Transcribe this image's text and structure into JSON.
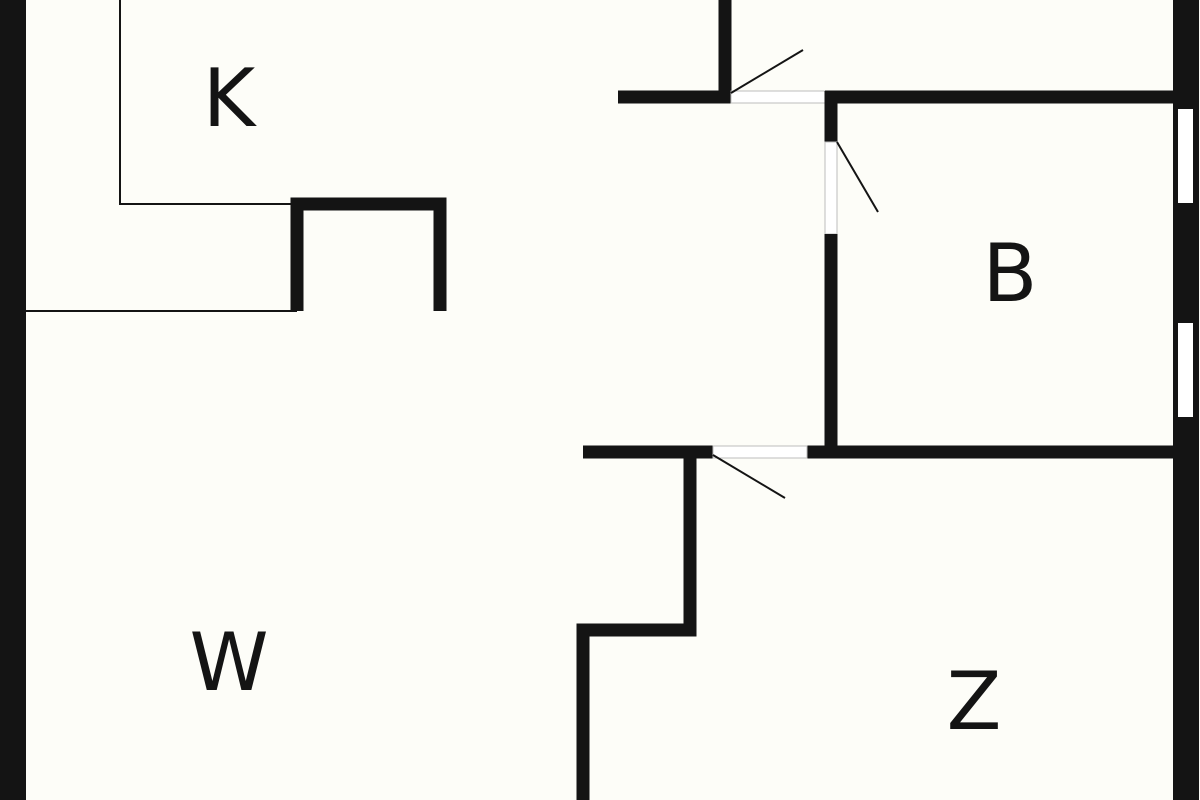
{
  "rooms": {
    "kitchen": {
      "label": "K"
    },
    "bathroom": {
      "label": "B"
    },
    "living": {
      "label": "W"
    },
    "bedroom": {
      "label": "Z"
    }
  },
  "colors": {
    "wall": "#141414",
    "background": "#fdfdf8"
  }
}
